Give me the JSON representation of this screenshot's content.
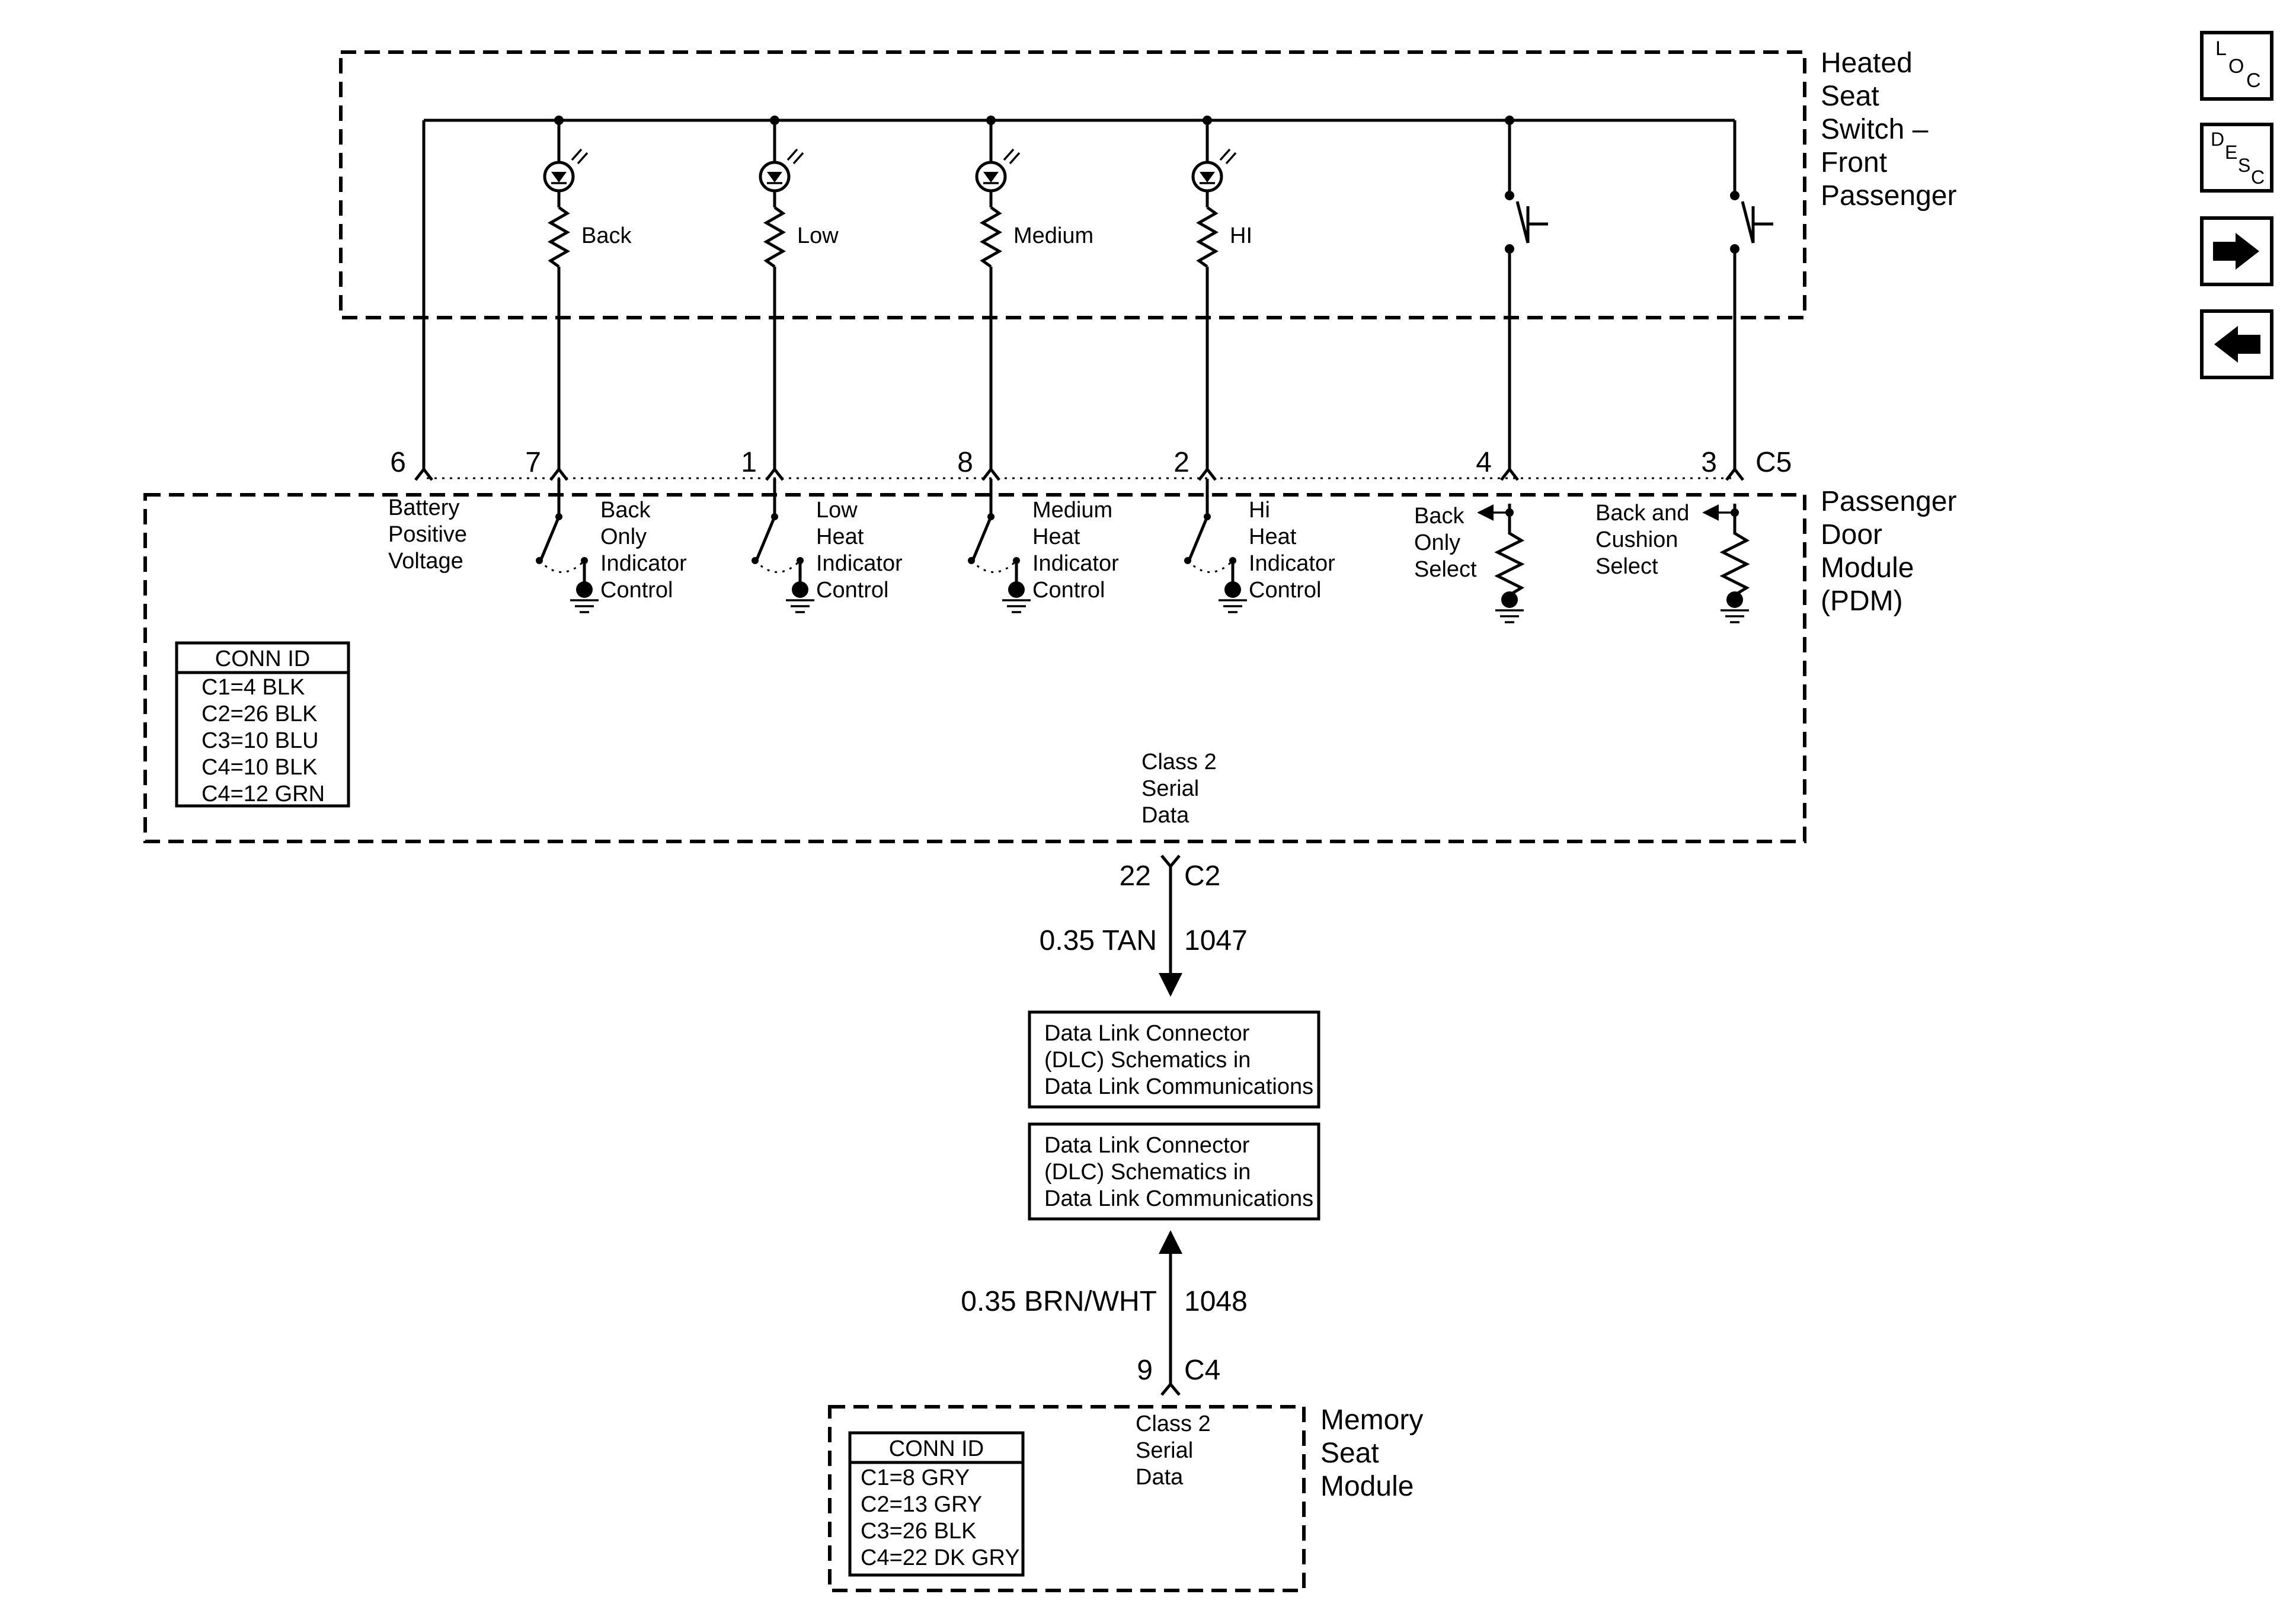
{
  "heated_seat_switch": {
    "title_lines": [
      "Heated",
      "Seat",
      "Switch –",
      "Front",
      "Passenger"
    ],
    "led_labels": [
      "Back",
      "Low",
      "Medium",
      "HI"
    ]
  },
  "connector_c5": {
    "name": "C5",
    "pins": [
      "6",
      "7",
      "1",
      "8",
      "2",
      "4",
      "3"
    ]
  },
  "pdm": {
    "title_lines": [
      "Passenger",
      "Door",
      "Module",
      "(PDM)"
    ],
    "battery_label": [
      "Battery",
      "Positive",
      "Voltage"
    ],
    "circuits": [
      {
        "lines": [
          "Back",
          "Only",
          "Indicator",
          "Control"
        ]
      },
      {
        "lines": [
          "Low",
          "Heat",
          "Indicator",
          "Control"
        ]
      },
      {
        "lines": [
          "Medium",
          "Heat",
          "Indicator",
          "Control"
        ]
      },
      {
        "lines": [
          "Hi",
          "Heat",
          "Indicator",
          "Control"
        ]
      }
    ],
    "inputs": [
      {
        "lines": [
          "Back",
          "Only",
          "Select"
        ]
      },
      {
        "lines": [
          "Back and",
          "Cushion",
          "Select"
        ]
      }
    ],
    "serial_label": [
      "Class 2",
      "Serial",
      "Data"
    ],
    "conn_id": {
      "header": "CONN ID",
      "rows": [
        "C1=4 BLK",
        "C2=26 BLK",
        "C3=10 BLU",
        "C4=10 BLK",
        "C4=12 GRN"
      ]
    }
  },
  "wire_top": {
    "pin": "22",
    "connector": "C2",
    "gauge_color": "0.35 TAN",
    "circuit": "1047"
  },
  "dlc_boxes": [
    {
      "lines": [
        "Data Link Connector",
        "(DLC) Schematics in",
        "Data Link Communications"
      ]
    },
    {
      "lines": [
        "Data Link Connector",
        "(DLC) Schematics in",
        "Data Link Communications"
      ]
    }
  ],
  "wire_bottom": {
    "pin": "9",
    "connector": "C4",
    "gauge_color": "0.35 BRN/WHT",
    "circuit": "1048"
  },
  "memory_seat_module": {
    "title_lines": [
      "Memory",
      "Seat",
      "Module"
    ],
    "serial_label": [
      "Class 2",
      "Serial",
      "Data"
    ],
    "conn_id": {
      "header": "CONN ID",
      "rows": [
        "C1=8 GRY",
        "C2=13 GRY",
        "C3=26 BLK",
        "C4=22 DK GRY"
      ]
    }
  },
  "nav": {
    "loc": [
      "L",
      "O",
      "C"
    ],
    "desc": [
      "D",
      "E",
      "S",
      "C"
    ]
  }
}
